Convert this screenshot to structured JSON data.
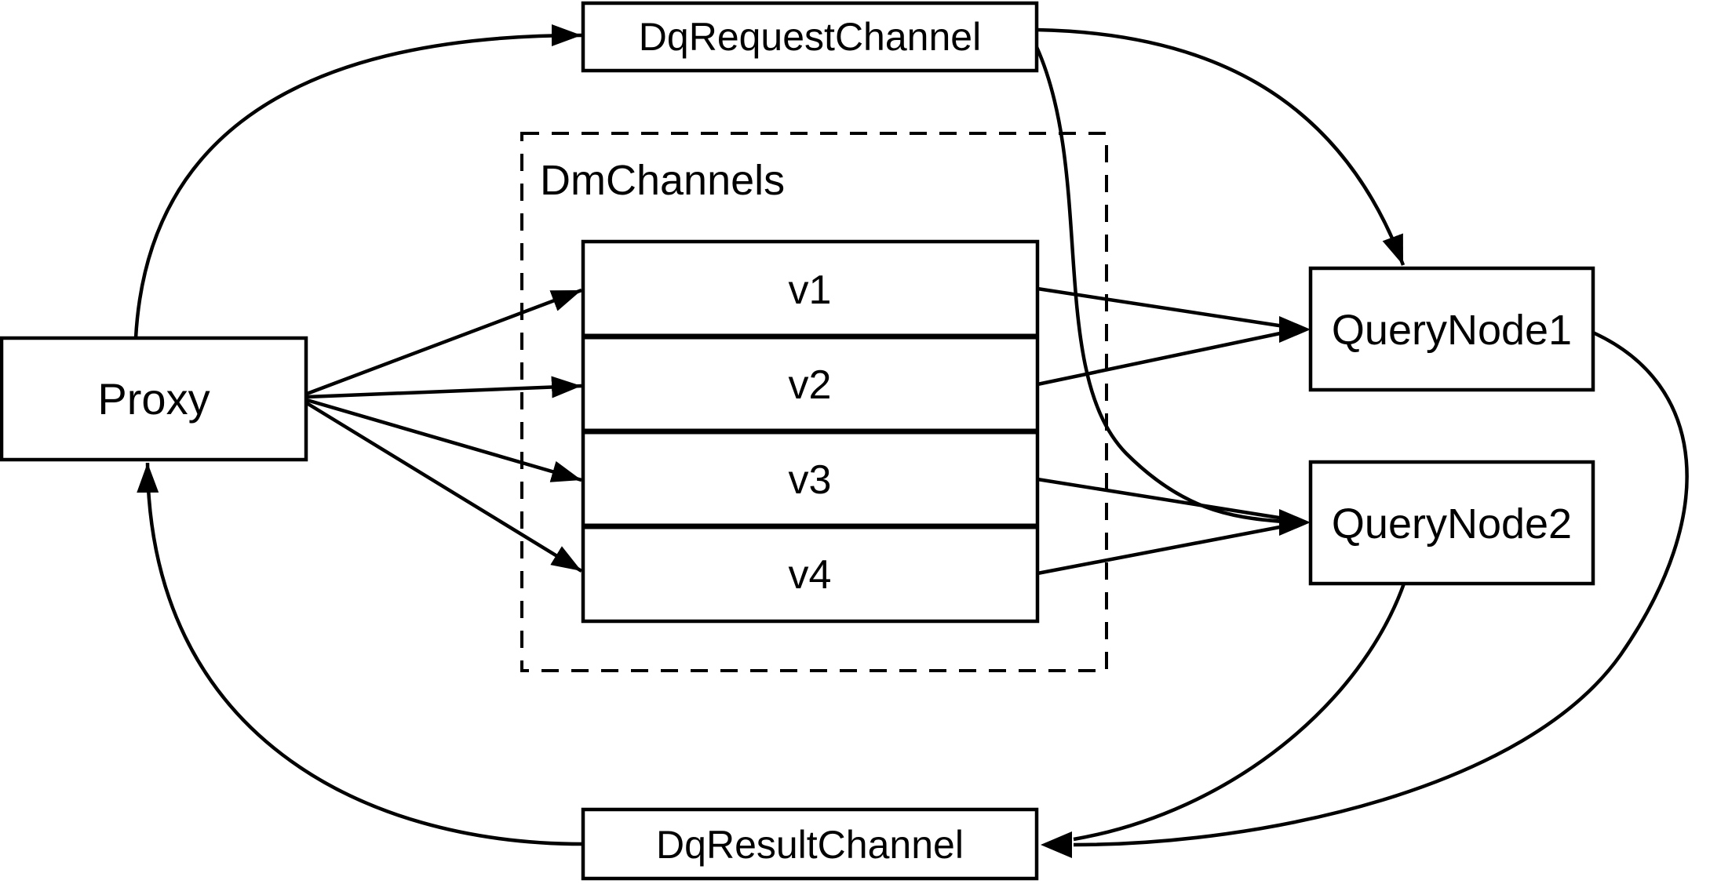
{
  "diagram": {
    "nodes": {
      "proxy": {
        "label": "Proxy"
      },
      "dq_request_channel": {
        "label": "DqRequestChannel"
      },
      "dm_channels_group": {
        "label": "DmChannels"
      },
      "channels": [
        {
          "label": "v1"
        },
        {
          "label": "v2"
        },
        {
          "label": "v3"
        },
        {
          "label": "v4"
        }
      ],
      "query_node_1": {
        "label": "QueryNode1"
      },
      "query_node_2": {
        "label": "QueryNode2"
      },
      "dq_result_channel": {
        "label": "DqResultChannel"
      }
    },
    "edges": [
      {
        "from": "Proxy",
        "to": "DqRequestChannel"
      },
      {
        "from": "DqRequestChannel",
        "to": "QueryNode1"
      },
      {
        "from": "DqRequestChannel",
        "to": "QueryNode2"
      },
      {
        "from": "Proxy",
        "to": "v1"
      },
      {
        "from": "Proxy",
        "to": "v2"
      },
      {
        "from": "Proxy",
        "to": "v3"
      },
      {
        "from": "Proxy",
        "to": "v4"
      },
      {
        "from": "v1",
        "to": "QueryNode1"
      },
      {
        "from": "v2",
        "to": "QueryNode1"
      },
      {
        "from": "v3",
        "to": "QueryNode2"
      },
      {
        "from": "v4",
        "to": "QueryNode2"
      },
      {
        "from": "QueryNode1",
        "to": "DqResultChannel"
      },
      {
        "from": "QueryNode2",
        "to": "DqResultChannel"
      },
      {
        "from": "DqResultChannel",
        "to": "Proxy"
      }
    ],
    "colors": {
      "stroke": "#000000",
      "background": "#ffffff"
    }
  }
}
